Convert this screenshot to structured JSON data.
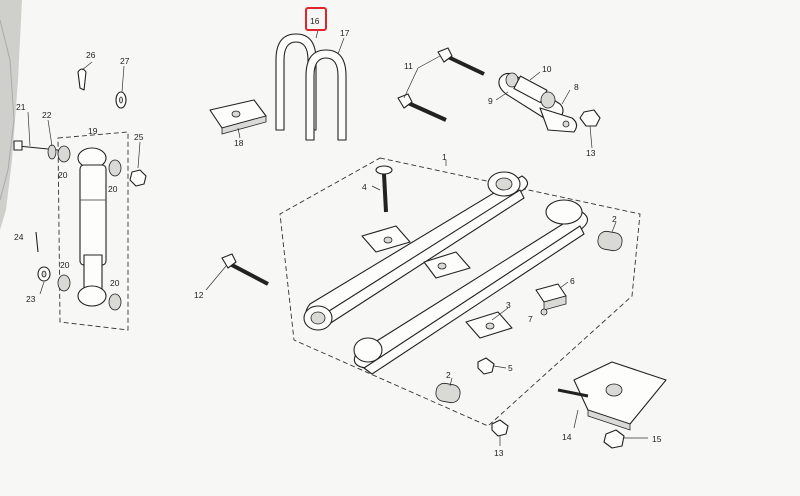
{
  "highlight_color": "#e0242b",
  "highlighted_part": "16",
  "labels": {
    "p1": "1",
    "p2a": "2",
    "p2b": "2",
    "p3": "3",
    "p4": "4",
    "p5": "5",
    "p6": "6",
    "p7": "7",
    "p8": "8",
    "p9": "9",
    "p10": "10",
    "p11": "11",
    "p12": "12",
    "p13a": "13",
    "p13b": "13",
    "p14": "14",
    "p15": "15",
    "p16": "16",
    "p17": "17",
    "p18": "18",
    "p19": "19",
    "p20a": "20",
    "p20b": "20",
    "p20c": "20",
    "p20d": "20",
    "p21": "21",
    "p22": "22",
    "p23": "23",
    "p24": "24",
    "p25": "25",
    "p26": "26",
    "p27": "27"
  }
}
